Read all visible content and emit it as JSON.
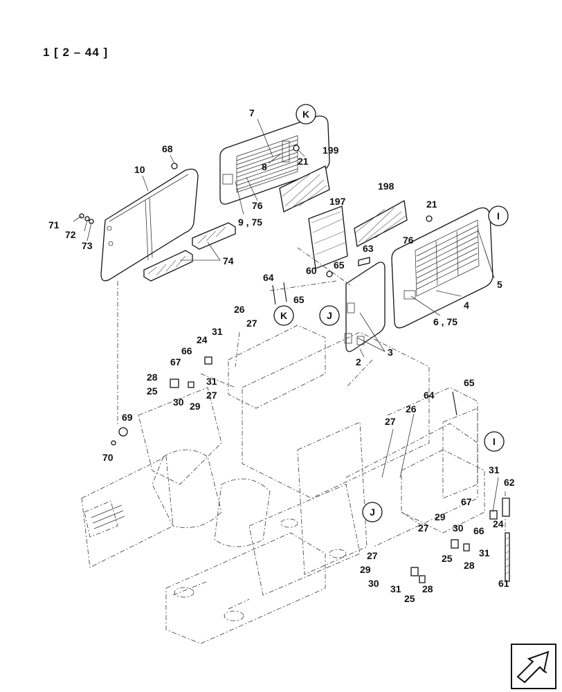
{
  "page_ref": "1 [ 2 – 44 ]",
  "callouts": {
    "7": "7",
    "K_top": "K",
    "68": "68",
    "21_top": "21",
    "199": "199",
    "10": "10",
    "8": "8",
    "76_top": "76",
    "198": "198",
    "21_right": "21",
    "I_top": "I",
    "71": "71",
    "72": "72",
    "73": "73",
    "9_75": "9 , 75",
    "197": "197",
    "63": "63",
    "76_right": "76",
    "74": "74",
    "65_a": "65",
    "60": "60",
    "64_a": "64",
    "65_b": "65",
    "5": "5",
    "4": "4",
    "J_top": "J",
    "6_75": "6 , 75",
    "26_a": "26",
    "27_a": "27",
    "K_mid": "K",
    "3": "3",
    "31_a": "31",
    "24_a": "24",
    "66_a": "66",
    "2": "2",
    "67_a": "67",
    "28_a": "28",
    "31_b": "31",
    "25_a": "25",
    "27_b": "27",
    "30_a": "30",
    "29_a": "29",
    "65_c": "65",
    "64_b": "64",
    "69": "69",
    "27_c": "27",
    "26_b": "26",
    "I_mid": "I",
    "70": "70",
    "31_c": "31",
    "62": "62",
    "67_b": "67",
    "J_mid": "J",
    "29_b": "29",
    "24_b": "24",
    "27_d": "27",
    "30_b": "30",
    "66_b": "66",
    "31_d": "31",
    "25_b": "25",
    "28_b": "28",
    "27_e": "27",
    "29_c": "29",
    "30_c": "30",
    "31_e": "31",
    "28_c": "28",
    "25_c": "25",
    "61": "61"
  },
  "icons": {
    "nav": "next-page-arrow-icon"
  }
}
